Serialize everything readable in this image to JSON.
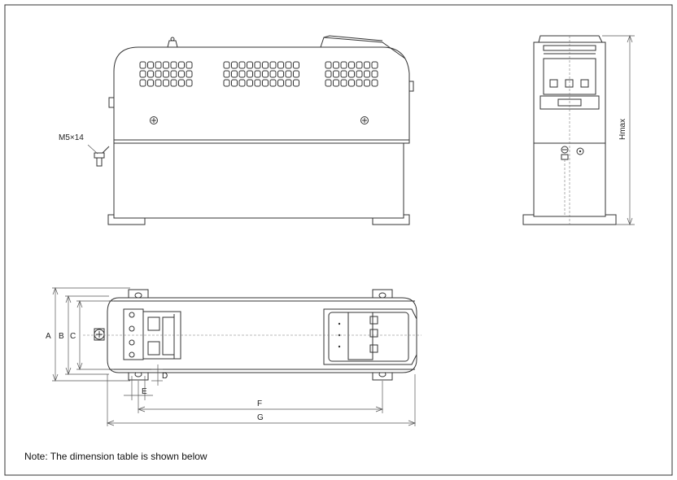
{
  "labels": {
    "screw": "M5×14",
    "height": "Hmax",
    "dim_a": "A",
    "dim_b": "B",
    "dim_c": "C",
    "dim_d": "D",
    "dim_e": "E",
    "dim_f": "F",
    "dim_g": "G"
  },
  "note": "Note: The dimension table is shown below"
}
